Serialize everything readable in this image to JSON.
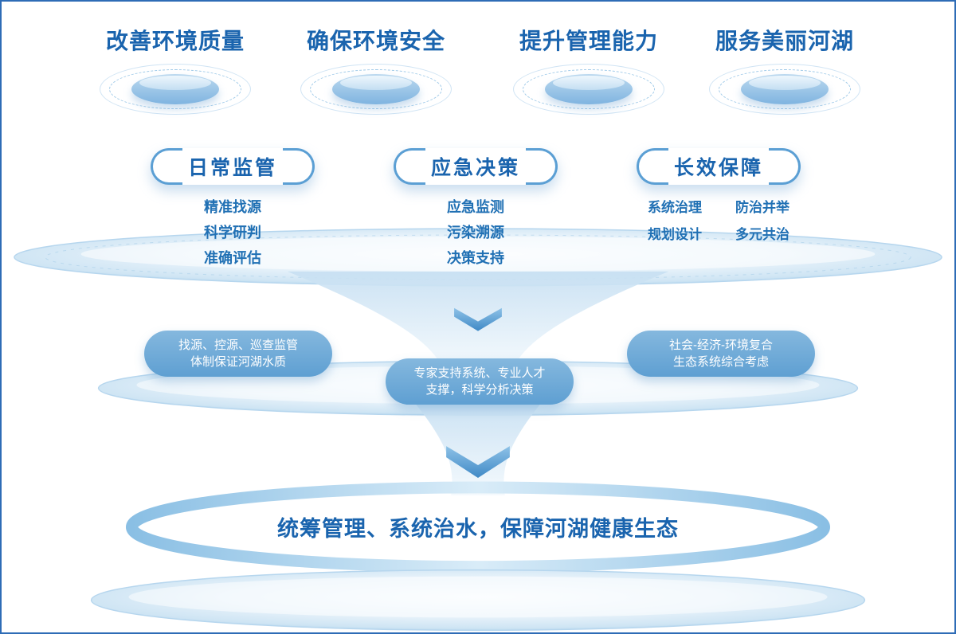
{
  "goals": [
    {
      "label": "改善环境质量"
    },
    {
      "label": "确保环境安全"
    },
    {
      "label": "提升管理能力"
    },
    {
      "label": "服务美丽河湖"
    }
  ],
  "pillars": [
    {
      "title": "日常监管",
      "items": [
        "精准找源",
        "科学研判",
        "准确评估"
      ]
    },
    {
      "title": "应急决策",
      "items": [
        "应急监测",
        "污染溯源",
        "决策支持"
      ]
    },
    {
      "title": "长效保障",
      "items": [
        "系统治理",
        "防治并举",
        "规划设计",
        "多元共治"
      ]
    }
  ],
  "capsules": [
    {
      "lines": [
        "找源、控源、巡查监管",
        "体制保证河湖水质"
      ]
    },
    {
      "lines": [
        "专家支持系统、专业人才",
        "支撑，科学分析决策"
      ]
    },
    {
      "lines": [
        "社会-经济-环境复合",
        "生态系统综合考虑"
      ]
    }
  ],
  "footer": {
    "title": "统筹管理、系统治水，保障河湖健康生态"
  },
  "icons": {
    "goal_disc": "stacked-platform-disc",
    "down_arrow": "chevron-down"
  },
  "colors": {
    "border": "#2e6cb6",
    "title_text": "#1a64ae",
    "item_text": "#2070b4",
    "bracket": "#5b9fd4",
    "capsule_bg": "#5e9fd2",
    "capsule_text": "#ffffff"
  }
}
